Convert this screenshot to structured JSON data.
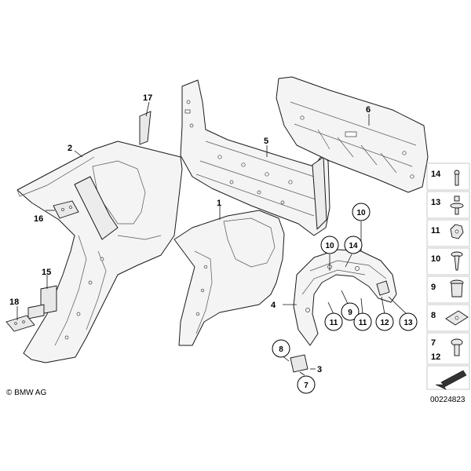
{
  "copyright": "© BMW AG",
  "diagram_number": "00224823",
  "labels": {
    "l1": "1",
    "l2": "2",
    "l3": "3",
    "l4": "4",
    "l5": "5",
    "l6": "6",
    "l15": "15",
    "l16": "16",
    "l17": "17",
    "l18": "18"
  },
  "callouts": {
    "c10a": "10",
    "c10b": "10",
    "c14": "14",
    "c9": "9",
    "c11a": "11",
    "c11b": "11",
    "c12": "12",
    "c13": "13",
    "c8": "8",
    "c7": "7"
  },
  "sidebar": {
    "s14": "14",
    "s13": "13",
    "s11": "11",
    "s10": "10",
    "s9": "9",
    "s8": "8",
    "s7": "7",
    "s12": "12"
  }
}
